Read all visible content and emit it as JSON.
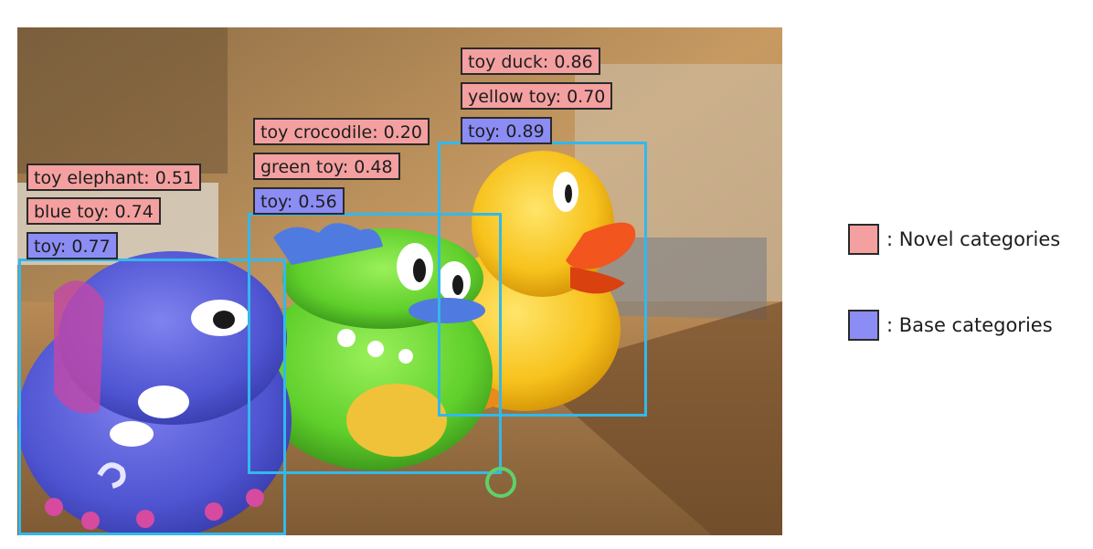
{
  "detections": [
    {
      "object": "elephant",
      "labels": [
        {
          "text": "toy elephant: 0.51",
          "kind": "novel"
        },
        {
          "text": "blue toy: 0.74",
          "kind": "novel"
        },
        {
          "text": "toy: 0.77",
          "kind": "base"
        }
      ]
    },
    {
      "object": "crocodile",
      "labels": [
        {
          "text": "toy crocodile: 0.20",
          "kind": "novel"
        },
        {
          "text": "green toy: 0.48",
          "kind": "novel"
        },
        {
          "text": "toy: 0.56",
          "kind": "base"
        }
      ]
    },
    {
      "object": "duck",
      "labels": [
        {
          "text": "toy duck: 0.86",
          "kind": "novel"
        },
        {
          "text": "yellow toy: 0.70",
          "kind": "novel"
        },
        {
          "text": "toy: 0.89",
          "kind": "base"
        }
      ]
    }
  ],
  "legend": {
    "novel": ": Novel categories",
    "base": ": Base categories"
  },
  "colors": {
    "novel": "#f4a0a0",
    "base": "#8c8cf5",
    "box_border": "#33b8ec",
    "marker": "#5fd06a"
  }
}
